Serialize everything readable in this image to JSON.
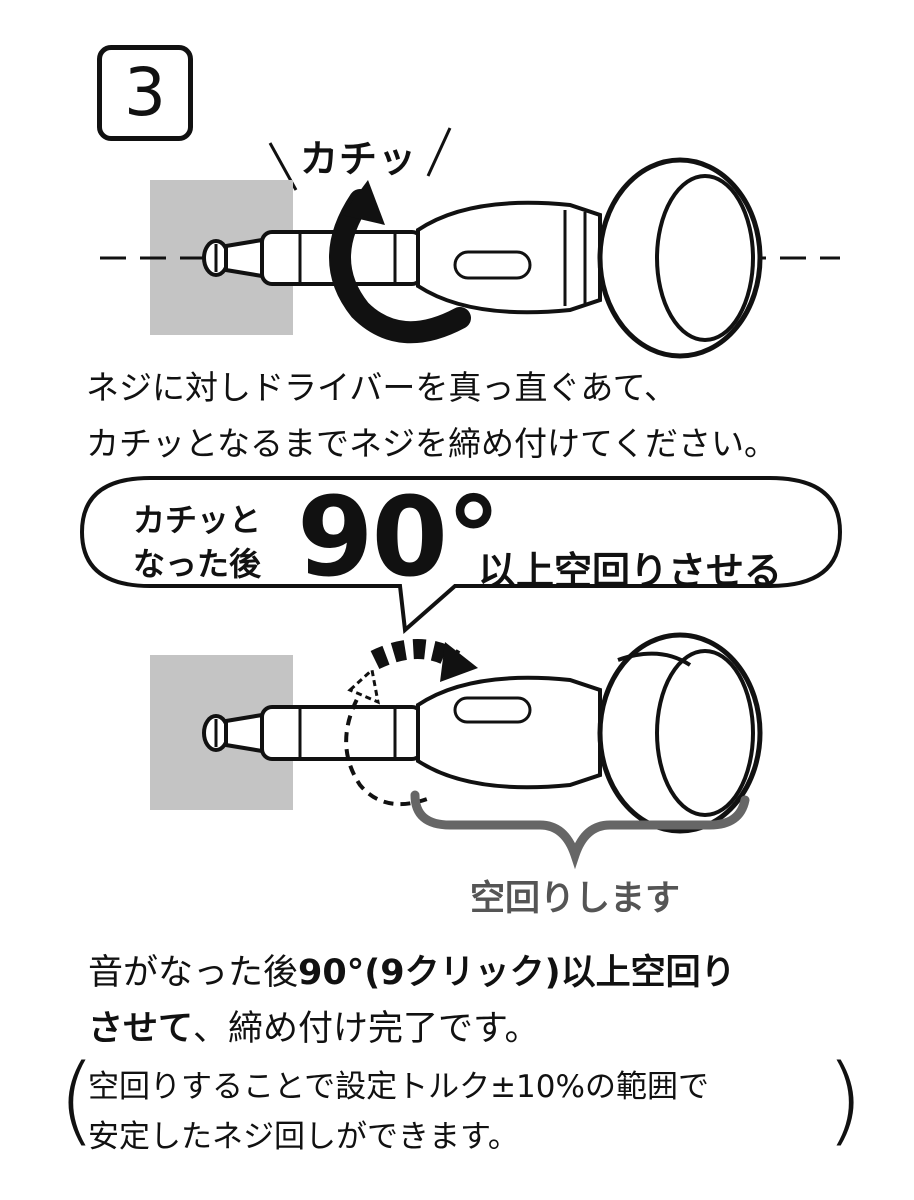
{
  "step": {
    "number": "3"
  },
  "illustration1": {
    "sound": "カチッ"
  },
  "instruction": {
    "line1": "ネジに対しドライバーを真っ直ぐあて、",
    "line2": "カチッとなるまでネジを締め付けてください。"
  },
  "bubble": {
    "lead_line1": "カチッと",
    "lead_line2": "なった後",
    "angle": "90°",
    "tail": "以上空回りさせる"
  },
  "illustration2": {
    "label": "空回りします"
  },
  "result": {
    "line1_plain": "音がなった後",
    "line1_bold": "90°(9クリック)以上空回り",
    "line2_bold": "させて",
    "line2_plain": "、締め付け完了です。"
  },
  "note": {
    "line1": "空回りすることで設定トルク±10%の範囲で",
    "line2": "安定したネジ回しができます。",
    "open_paren": "(",
    "close_paren": ")"
  },
  "colors": {
    "wall": "#c4c4c4",
    "bracket": "#666666",
    "ink": "#111111"
  }
}
